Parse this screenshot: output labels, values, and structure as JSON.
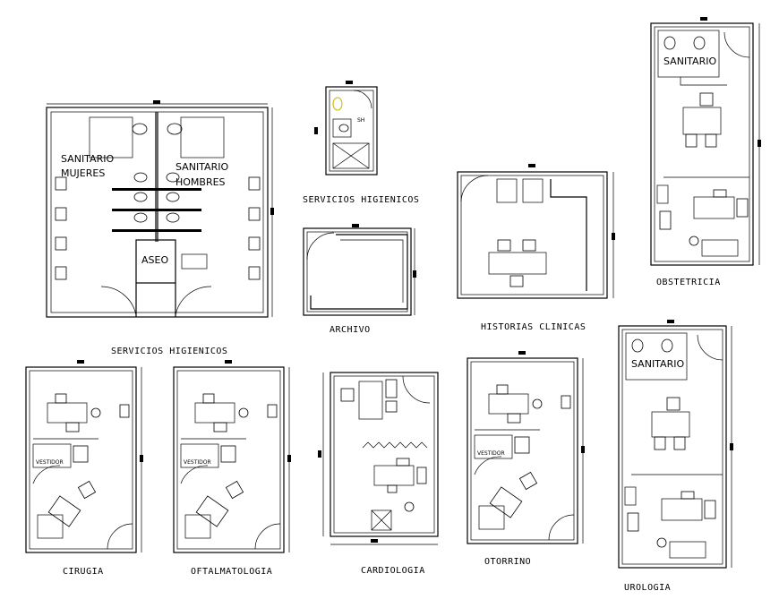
{
  "labels": {
    "servicios_higienicos_top": "SERVICIOS HIGIENICOS",
    "servicios_higienicos_bottom": "SERVICIOS HIGIENICOS",
    "archivo": "ARCHIVO",
    "historias_clinicas": "HISTORIAS CLINICAS",
    "obstetricia": "OBSTETRICIA",
    "cirugia": "CIRUGIA",
    "oftalmatologia": "OFTALMATOLOGIA",
    "cardiologia": "CARDIOLOGIA",
    "otorrino": "OTORRINO",
    "urologia": "UROLOGIA"
  },
  "room_texts": {
    "sanitario": "SANITARIO",
    "mujeres": "MUJERES",
    "hombres": "HOMBRES",
    "aseo": "ASEO",
    "sh": "SH",
    "sanitario_obst": "SANITARIO",
    "sanitario_uro": "SANITARIO",
    "vestidor": "VESTIDOR"
  },
  "colors": {
    "line": "#000000",
    "background": "#ffffff",
    "accent_fixture": "#c8b400"
  }
}
